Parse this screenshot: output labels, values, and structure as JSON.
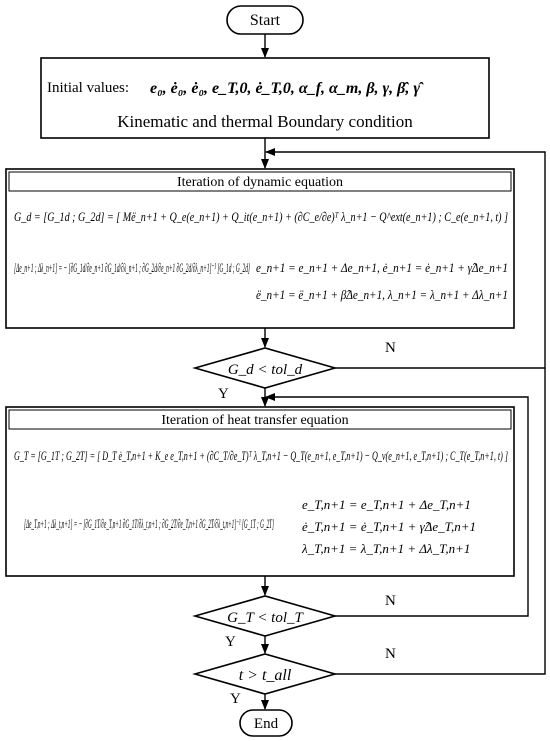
{
  "start": "Start",
  "end": "End",
  "init": {
    "label": "Initial values:",
    "vars": "e₀, ė₀, ė₀, e_T,0, ė_T,0, α_f, α_m, β, γ, β̂, γ̂",
    "boundary": "Kinematic and thermal Boundary condition"
  },
  "dynamic": {
    "title": "Iteration of dynamic equation",
    "eq_G": "G_d = [G_1d ; G_2d] = [ Më_n+1 + Q_e(e_n+1) + Q_it(e_n+1) + (∂C_e/∂e)ᵀ λ_n+1 − Q^ext(e_n+1) ; C_e(e_n+1, t) ]",
    "eq_delta": "[Δe_n+1 ; Δλ_n+1] = − [∂G_1d/∂e_n+1  ∂G_1d/∂λ_n+1 ; ∂G_2d/∂e_n+1  ∂G_2d/∂λ_n+1]⁻¹ [G_1d ; G_2d]",
    "eq_update1": "e_n+1 = e_n+1 + Δe_n+1, ė_n+1 = ė_n+1 + γ̂Δe_n+1",
    "eq_update2": "ë_n+1 = ë_n+1 + β̂Δe_n+1, λ_n+1 = λ_n+1 + Δλ_n+1"
  },
  "decision_d": "G_d < tol_d",
  "heat": {
    "title": "Iteration of  heat transfer equation",
    "eq_G": "G_T = [G_1T ; G_2T] = [ D_T ė_T,n+1 + K_e e_T,n+1 + (∂C_T/∂e_T)ᵀ λ_T,n+1 − Q_T(e_n+1, e_T,n+1) − Q_v(e_n+1, e_T,n+1) ; C_T(e_T,n+1, t) ]",
    "eq_delta": "[Δe_T,n+1 ; Δλ_t,n+1] = − [∂G_1T/∂e_T,n+1  ∂G_1T/∂λ_t,n+1 ; ∂G_2T/∂e_T,n+1  ∂G_2T/∂λ_t,n+1]⁻¹ [G_1T ; G_2T]",
    "eq_update1": "e_T,n+1 = e_T,n+1 + Δe_T,n+1",
    "eq_update2": "ė_T,n+1 = ė_T,n+1 + γ̂Δe_T,n+1",
    "eq_update3": "λ_T,n+1 = λ_T,n+1 + Δλ_T,n+1"
  },
  "decision_T": "G_T < tol_T",
  "decision_t": "t > t_all",
  "yes": "Y",
  "no": "N"
}
